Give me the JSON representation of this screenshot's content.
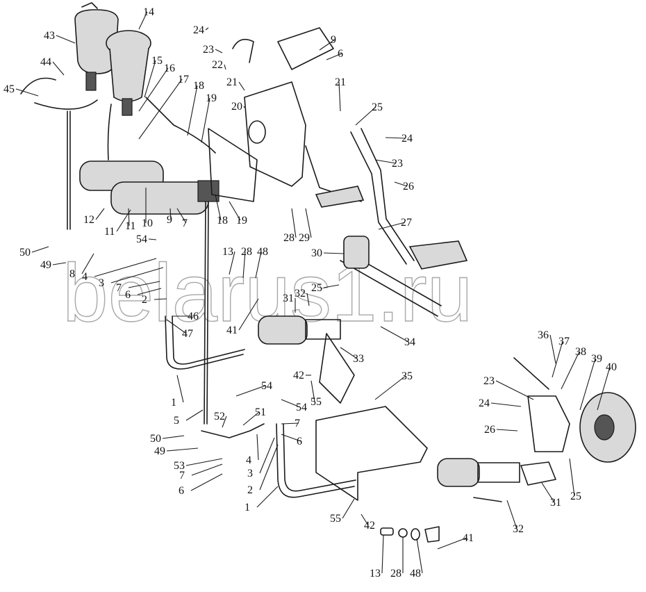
{
  "diagram": {
    "title": "",
    "watermark": "belarus1.ru",
    "labels": [
      "14",
      "43",
      "24",
      "23",
      "9",
      "6",
      "44",
      "22",
      "15",
      "16",
      "45",
      "17",
      "18",
      "21",
      "21",
      "19",
      "20",
      "25",
      "24",
      "23",
      "26",
      "12",
      "11",
      "10",
      "9",
      "7",
      "18",
      "19",
      "27",
      "28",
      "29",
      "54",
      "30",
      "13",
      "28",
      "48",
      "50",
      "49",
      "8",
      "4",
      "3",
      "7",
      "6",
      "2",
      "25",
      "32",
      "31",
      "46",
      "47",
      "41",
      "34",
      "36",
      "37",
      "38",
      "39",
      "40",
      "33",
      "42",
      "35",
      "23",
      "1",
      "54",
      "54",
      "55",
      "24",
      "5",
      "52",
      "51",
      "7",
      "26",
      "6",
      "50",
      "49",
      "4",
      "3",
      "53",
      "7",
      "6",
      "2",
      "25",
      "31",
      "1",
      "55",
      "42",
      "32",
      "41",
      "13",
      "28",
      "48",
      "11"
    ]
  }
}
